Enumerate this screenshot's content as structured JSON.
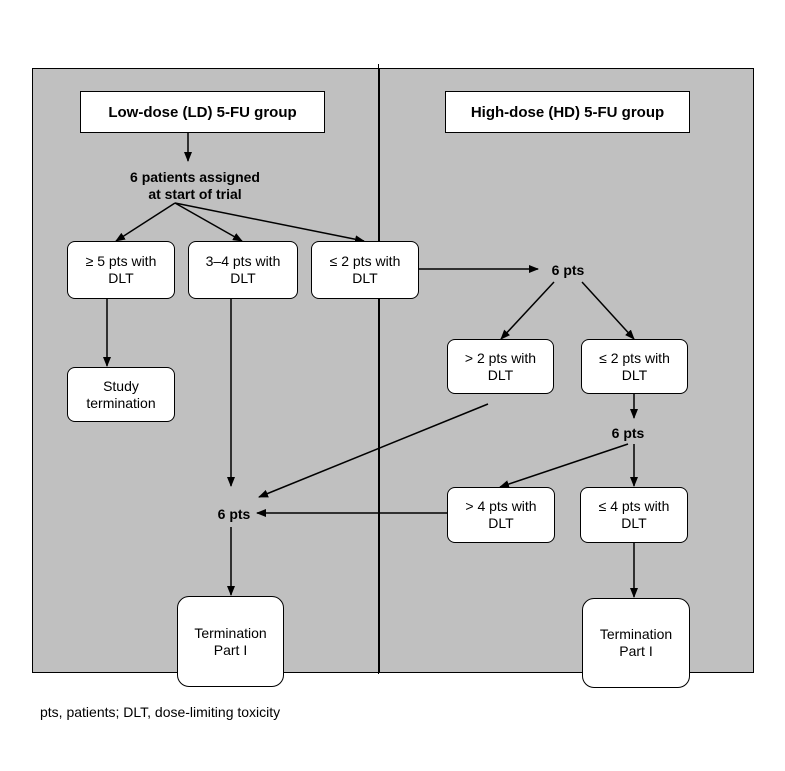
{
  "groups": {
    "low_dose": "Low-dose (LD) 5-FU group",
    "high_dose": "High-dose (HD) 5-FU group"
  },
  "nodes": {
    "start": "6 patients assigned\nat start of trial",
    "ld_ge5": "≥ 5 pts with\nDLT",
    "ld_3to4": "3–4 pts with\nDLT",
    "ld_le2": "≤ 2 pts with\nDLT",
    "study_termination": "Study\ntermination",
    "hd_6pts_1": "6 pts",
    "hd_gt2": "> 2 pts with\nDLT",
    "hd_le2": "≤ 2 pts with\nDLT",
    "hd_6pts_2": "6 pts",
    "hd_gt4": "> 4 pts with\nDLT",
    "hd_le4": "≤ 4 pts with\nDLT",
    "ld_6pts": "6 pts",
    "ld_termination": "Termination\nPart I",
    "hd_termination": "Termination\nPart I"
  },
  "footnote": "pts, patients; DLT, dose-limiting toxicity"
}
